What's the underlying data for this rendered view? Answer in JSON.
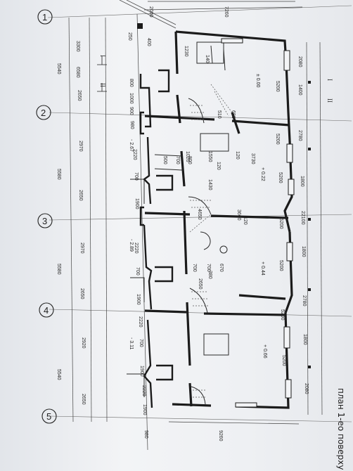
{
  "title": "план 1-ео поверху",
  "axes": [
    "1",
    "2",
    "3",
    "4",
    "5"
  ],
  "left_outer_dims": [
    "5540",
    "5580",
    "5580",
    "5540"
  ],
  "left_mid_dims": [
    "3300",
    "6580",
    "2650",
    "2970",
    "2650",
    "2970",
    "2650",
    "2920",
    "2650"
  ],
  "left_inner_dims": [
    "800",
    "1000",
    "900",
    "980",
    "2220",
    "700",
    "1900",
    "2220",
    "700",
    "1900",
    "2220",
    "700",
    "1900",
    "2220",
    "1900",
    "980"
  ],
  "top_dims": [
    "2000",
    "7260",
    "250",
    "400"
  ],
  "room_dims": [
    "1230",
    "140",
    "510",
    "680",
    "1020",
    "1550",
    "120",
    "3730",
    "500",
    "700",
    "800",
    "4650",
    "1430",
    "3600",
    "700",
    "700",
    "670",
    "380",
    "2650",
    "120",
    "120"
  ],
  "right_inner_dims": [
    "5200",
    "5200",
    "5200",
    "5200",
    "5200",
    "5200",
    "5200"
  ],
  "right_outer_dims": [
    "2080",
    "1400",
    "2780",
    "1800",
    "22100",
    "1800",
    "2780",
    "1800",
    "2080"
  ],
  "bottom_dim": "9260",
  "levels": [
    "± 0.00",
    "+ 0.22",
    "+ 0.44",
    "+ 0.66",
    "- 2.67",
    "- 2.89",
    "- 3.11"
  ],
  "section_marks": [
    "I",
    "II"
  ]
}
